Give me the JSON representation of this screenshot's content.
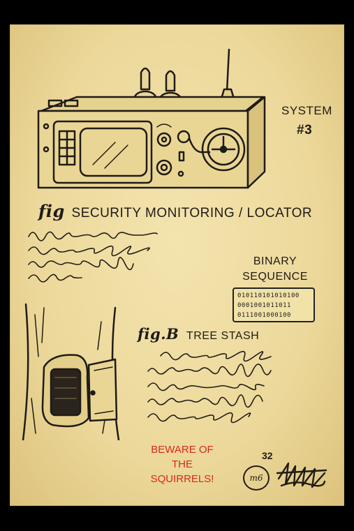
{
  "device_label": {
    "system": "SYSTEM",
    "number": "#3"
  },
  "figure_1": {
    "mark": "fig",
    "title": "SECURITY MONITORING / LOCATOR"
  },
  "binary": {
    "title_line1": "BINARY",
    "title_line2": "SEQUENCE",
    "rows": [
      "010110101010100",
      "0001001011011",
      "0111001000100"
    ]
  },
  "figure_2": {
    "mark": "fig.B",
    "title": "TREE STASH"
  },
  "warning": {
    "line1": "BEWARE OF",
    "line2": "THE",
    "line3": "SQUIRRELS!"
  },
  "page_number": "32",
  "initials": "m6",
  "colors": {
    "paper": "#ecd89a",
    "ink": "#1f1b16",
    "warning": "#d62a1a",
    "frame": "#000000"
  }
}
